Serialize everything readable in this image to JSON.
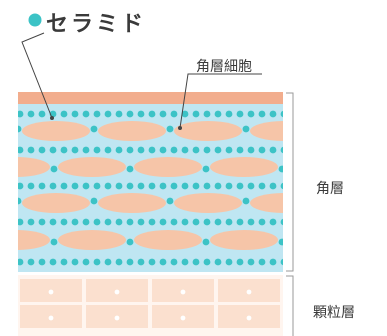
{
  "labels": {
    "ceramide": "セラミド",
    "corneocyte": "角層細胞",
    "stratum_corneum": "角層",
    "granular_layer": "顆粒層"
  },
  "colors": {
    "lipid_bg": "#bfe6f2",
    "corneocyte": "#f6c5a8",
    "ceramide_dot": "#3cc3c6",
    "top_band": "#f2ad8d",
    "granular_cell": "#fbe0cf",
    "granular_border": "#fff5ef",
    "bracket": "#9a9a9a"
  },
  "icons": {
    "bullet": "teal-circle-bullet"
  }
}
